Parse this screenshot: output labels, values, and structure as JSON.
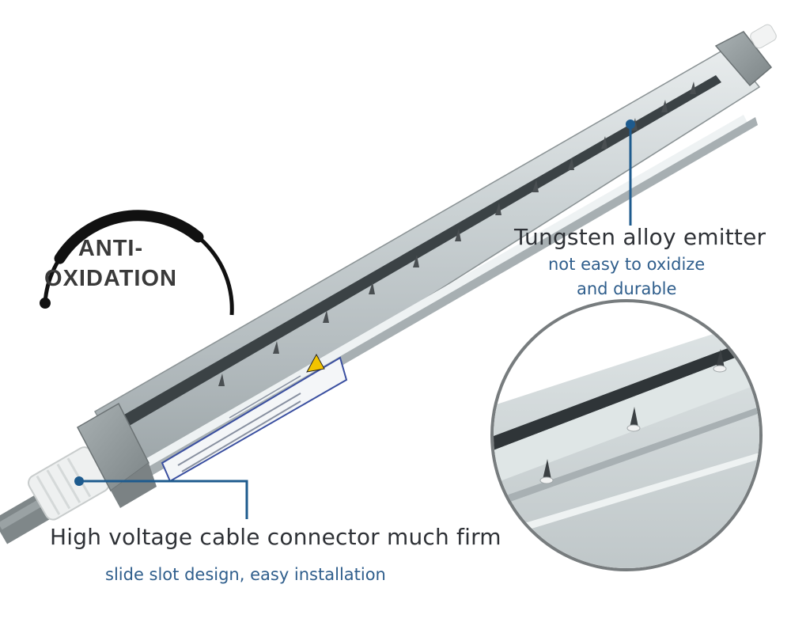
{
  "badge": {
    "line1": "ANTI-",
    "line2": "OXIDATION"
  },
  "emitter": {
    "title": "Tungsten alloy emitter",
    "sub1": "not easy to oxidize",
    "sub2": "and durable"
  },
  "connector": {
    "title": "High voltage cable connector much firm",
    "sub": "slide slot design, easy installation"
  },
  "colors": {
    "callout": "#1e5b8e",
    "title_text": "#2e3136",
    "sub_text": "#2f5e8c",
    "badge_arc": "#111111",
    "bar_body": "#c9d0d2"
  }
}
